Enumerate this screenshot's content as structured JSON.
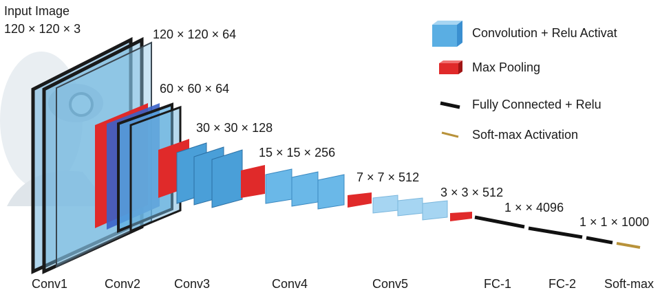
{
  "input": {
    "title": "Input Image",
    "dims": "120 × 120 × 3"
  },
  "dims": {
    "conv1": "120 × 120 × 64",
    "conv2": "60 × 60 × 64",
    "conv3": "30 × 30 × 128",
    "conv4": "15 × 15 × 256",
    "conv5": "7 × 7 × 512",
    "pool5": "3 × 3 × 512",
    "fc": "1 ×  × 4096",
    "softmax": "1 × 1 × 1000"
  },
  "stages": [
    "Conv1",
    "Conv2",
    "Conv3",
    "Conv4",
    "Conv5",
    "FC-1",
    "FC-2",
    "Soft-max"
  ],
  "legend": [
    {
      "label": "Convolution + Relu Activat",
      "icon": "blue-cube"
    },
    {
      "label": "Max Pooling",
      "icon": "red-block"
    },
    {
      "label": "Fully Connected + Relu",
      "icon": "black-line"
    },
    {
      "label": "Soft-max Activation",
      "icon": "gold-line"
    }
  ],
  "colors": {
    "conv": "#5aaee3",
    "conv_light": "#a6d5f2",
    "pool": "#e02a2a",
    "fc": "#111111",
    "softmax": "#b8923a",
    "glass": "#6fb3dc"
  }
}
